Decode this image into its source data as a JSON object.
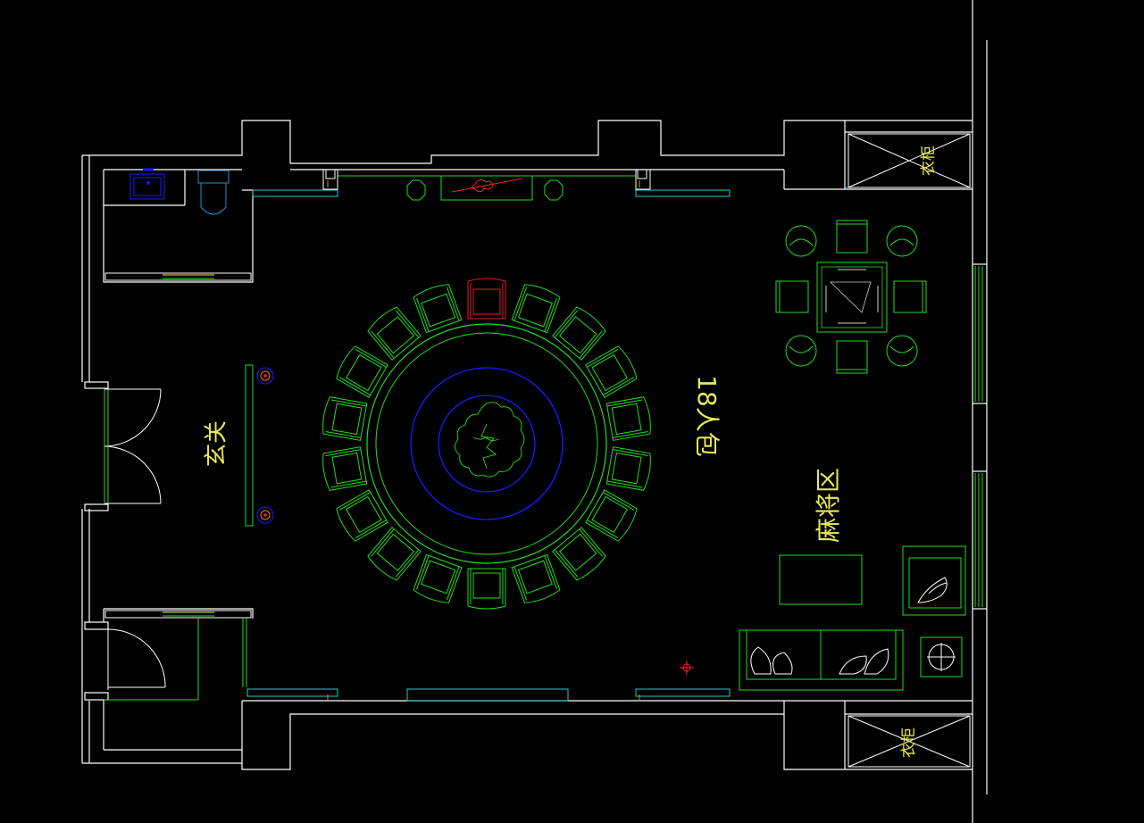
{
  "labels": {
    "foyer": "玄关",
    "private_room": "18人包",
    "mahjong_area": "麻将区",
    "wardrobe_top": "衣柜",
    "wardrobe_bottom": "衣柜"
  },
  "table": {
    "seats": 18,
    "highlighted_seat_color": "#e0202a"
  },
  "colors": {
    "background": "#000000",
    "wall": "#ffffff",
    "furniture": "#22dd22",
    "accent_blue": "#1a1aff",
    "cyan": "#1fd0d0",
    "label": "#e8e85a",
    "red": "#ff2020"
  }
}
